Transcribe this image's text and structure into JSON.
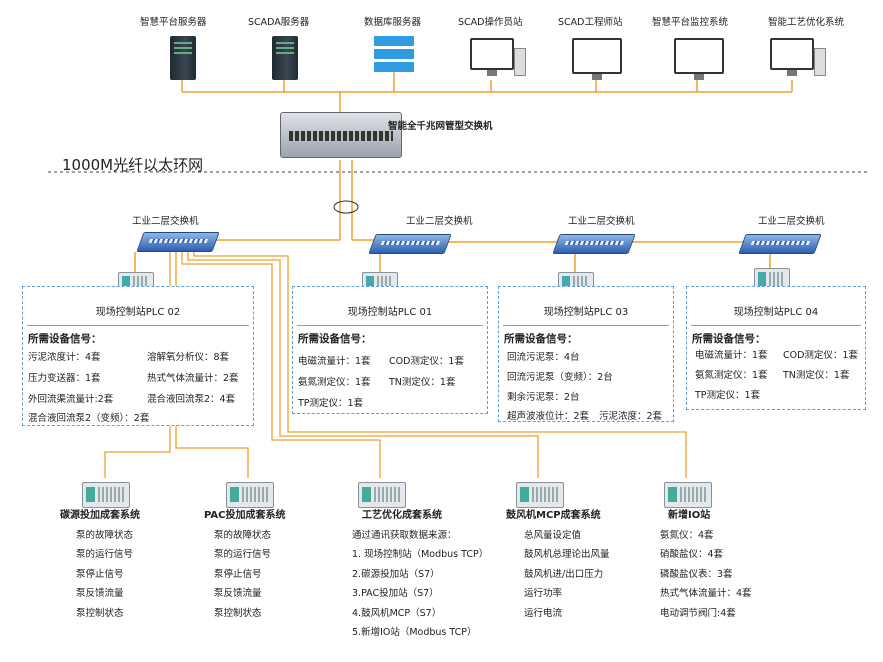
{
  "top_nodes": [
    "智慧平台服务器",
    "SCADA服务器",
    "数据库服务器",
    "SCAD操作员站",
    "SCAD工程师站",
    "智慧平台监控系统",
    "智能工艺优化系统"
  ],
  "core_switch": "智能全千兆网管型交换机",
  "network_label": "1000M光纤以太环网",
  "switch_label": "工业二层交换机",
  "stations": [
    {
      "title": "现场控制站PLC 02",
      "head": "所需设备信号：",
      "signals": [
        "污泥浓度计：4套",
        "溶解氧分析仪：8套",
        "压力变送器：1套",
        "热式气体流量计：2套",
        "外回流渠流量计:2套",
        "混合液回流泵2：4套",
        "混合液回流泵2（变频）：2套"
      ]
    },
    {
      "title": "现场控制站PLC 01",
      "head": "所需设备信号：",
      "signals": [
        "电磁流量计：1套",
        "COD测定仪：1套",
        "氨氮测定仪：1套",
        "TN测定仪：1套",
        "TP测定仪：1套"
      ]
    },
    {
      "title": "现场控制站PLC 03",
      "head": "所需设备信号：",
      "signals": [
        "回流污泥泵：4台",
        "回流污泥泵（变频）：2台",
        "剩余污泥泵：2台",
        "超声波液位计：2套",
        "污泥浓度：2套"
      ]
    },
    {
      "title": "现场控制站PLC 04",
      "head": "所需设备信号：",
      "signals": [
        "电磁流量计：1套",
        "COD测定仪：1套",
        "氨氮测定仪：1套",
        "TN测定仪：1套",
        "TP测定仪：1套"
      ]
    }
  ],
  "subsystems": [
    {
      "title": "碳源投加成套系统",
      "items": [
        "泵的故障状态",
        "泵的运行信号",
        "泵停止信号",
        "泵反馈流量",
        "泵控制状态"
      ]
    },
    {
      "title": "PAC投加成套系统",
      "items": [
        "泵的故障状态",
        "泵的运行信号",
        "泵停止信号",
        "泵反馈流量",
        "泵控制状态"
      ]
    },
    {
      "title": "工艺优化成套系统",
      "items": [
        "通过通讯获取数据来源：",
        "1. 现场控制站（Modbus TCP）",
        "2.碳源投加站（S7）",
        "3.PAC投加站（S7）",
        "4.鼓风机MCP（S7）",
        "5.新增IO站（Modbus TCP）"
      ]
    },
    {
      "title": "鼓风机MCP成套系统",
      "items": [
        "总风量设定值",
        "鼓风机总理论出风量",
        "鼓风机进/出口压力",
        "运行功率",
        "运行电流"
      ]
    },
    {
      "title": "新增IO站",
      "items": [
        "氨氮仪：4套",
        "硝酸盐仪：4套",
        "磷酸盐仪表：3套",
        "热式气体流量计：4套",
        "电动调节阀门:4套"
      ]
    }
  ],
  "colors": {
    "ethernet": "#f0a030",
    "box_border": "#5aa0d8",
    "rule": "#7ab87a",
    "switch": "#2c5fb0"
  }
}
